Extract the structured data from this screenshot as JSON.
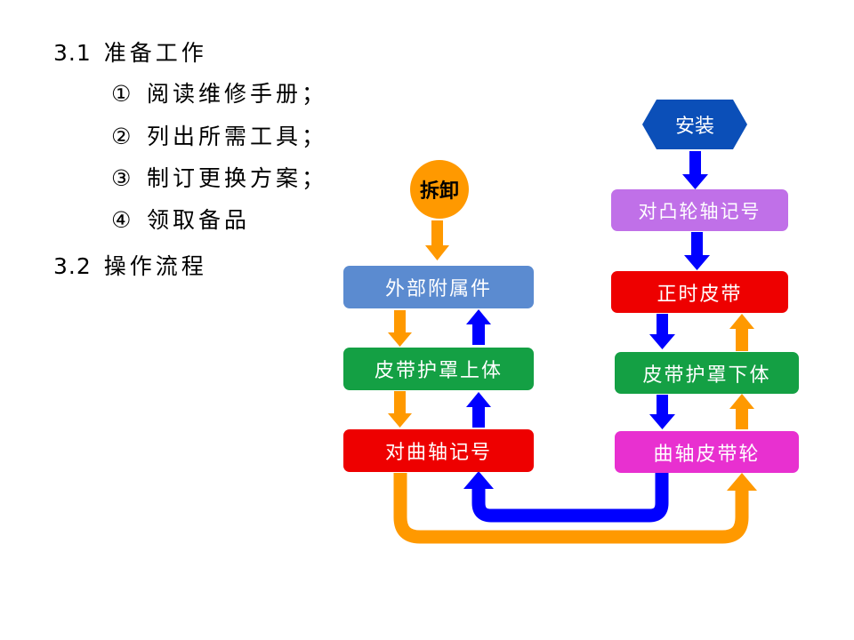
{
  "outline": {
    "section1": {
      "number": "3.1",
      "title": "准备工作"
    },
    "items": [
      {
        "mark": "①",
        "text": "阅读维修手册；"
      },
      {
        "mark": "②",
        "text": "列出所需工具；"
      },
      {
        "mark": "③",
        "text": "制订更换方案；"
      },
      {
        "mark": "④",
        "text": "领取备品"
      }
    ],
    "section2": {
      "number": "3.2",
      "title": "操作流程"
    }
  },
  "flow": {
    "remove_label": "拆卸",
    "install_label": "安装",
    "left_boxes": [
      "外部附属件",
      "皮带护罩上体",
      "对曲轴记号"
    ],
    "right_boxes": [
      "对凸轮轴记号",
      "正时皮带",
      "皮带护罩下体",
      "曲轴皮带轮"
    ]
  },
  "colors": {
    "orange": "#FF9900",
    "blue": "#0000FF",
    "box_blue": "#5B8BD0",
    "box_green": "#14A044",
    "box_red": "#EE0000",
    "box_purple": "#C070E8",
    "box_magenta": "#E830D0",
    "install_fill": "#0B4FB8"
  }
}
